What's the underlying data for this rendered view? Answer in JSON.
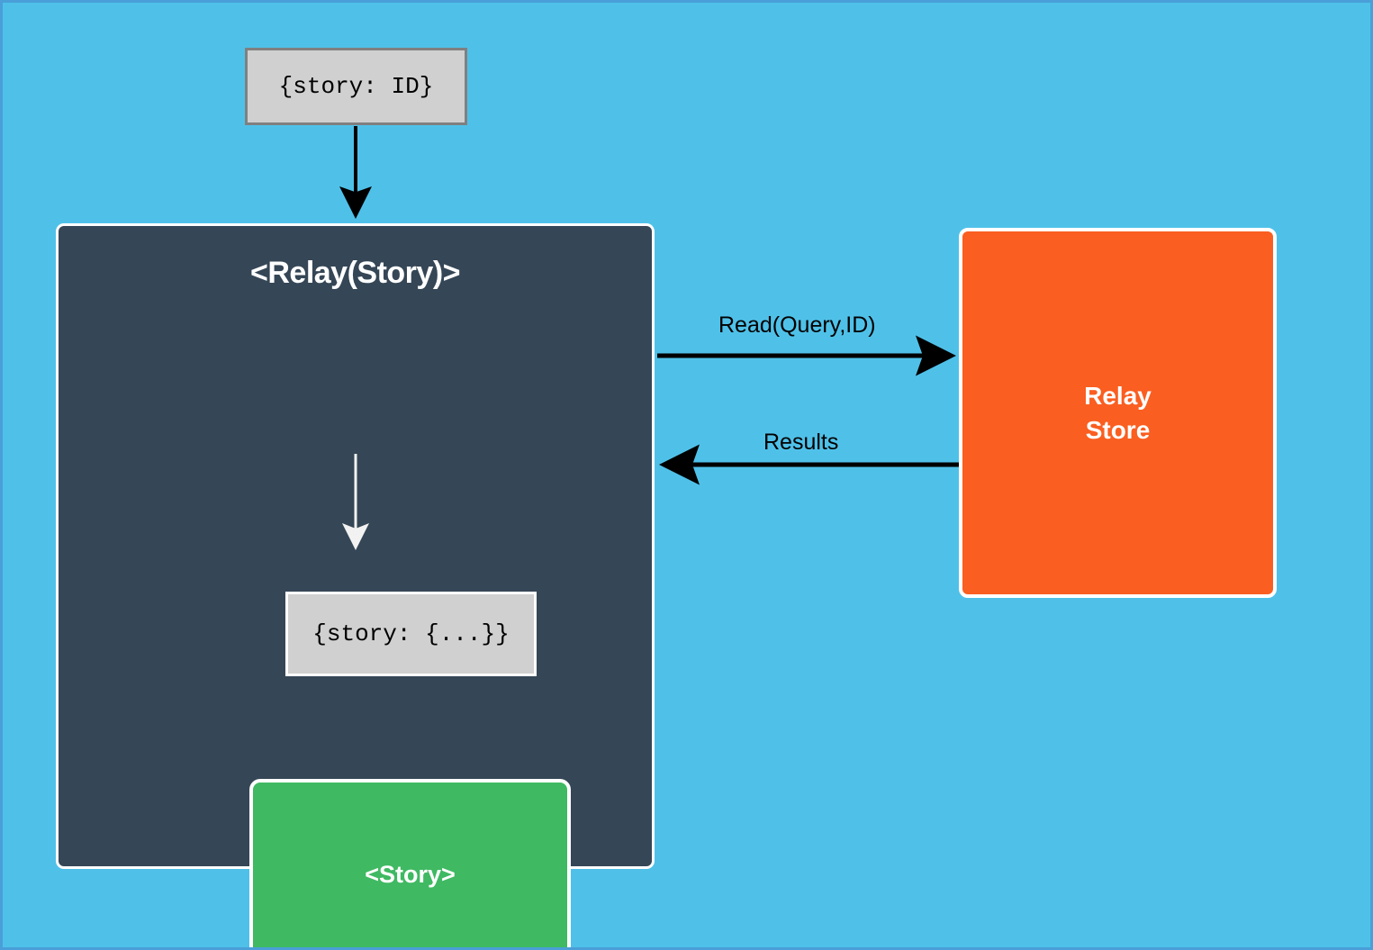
{
  "diagram": {
    "title_hidden": "",
    "background_color": "#4fc1e9",
    "props_top": {
      "label": "{story: ID}"
    },
    "relay_container": {
      "title": "<Relay(Story)>",
      "fill_color": "#354656",
      "props_inner": {
        "label": "{story: {...}}"
      },
      "child": {
        "label": "<Story>",
        "fill_color": "#3fb962"
      }
    },
    "relay_store": {
      "label": "Relay\nStore",
      "fill_color": "#fa5e20"
    },
    "edges": [
      {
        "name": "read-query-id",
        "label": "Read(Query,ID)",
        "direction": "right",
        "from": "relay-container",
        "to": "relay-store"
      },
      {
        "name": "results",
        "label": "Results",
        "direction": "left",
        "from": "relay-store",
        "to": "relay-container"
      },
      {
        "name": "props-into-container",
        "label": "",
        "direction": "down",
        "from": "props-top",
        "to": "relay-container"
      },
      {
        "name": "props-into-story",
        "label": "",
        "direction": "down",
        "from": "props-inner",
        "to": "story"
      }
    ]
  }
}
